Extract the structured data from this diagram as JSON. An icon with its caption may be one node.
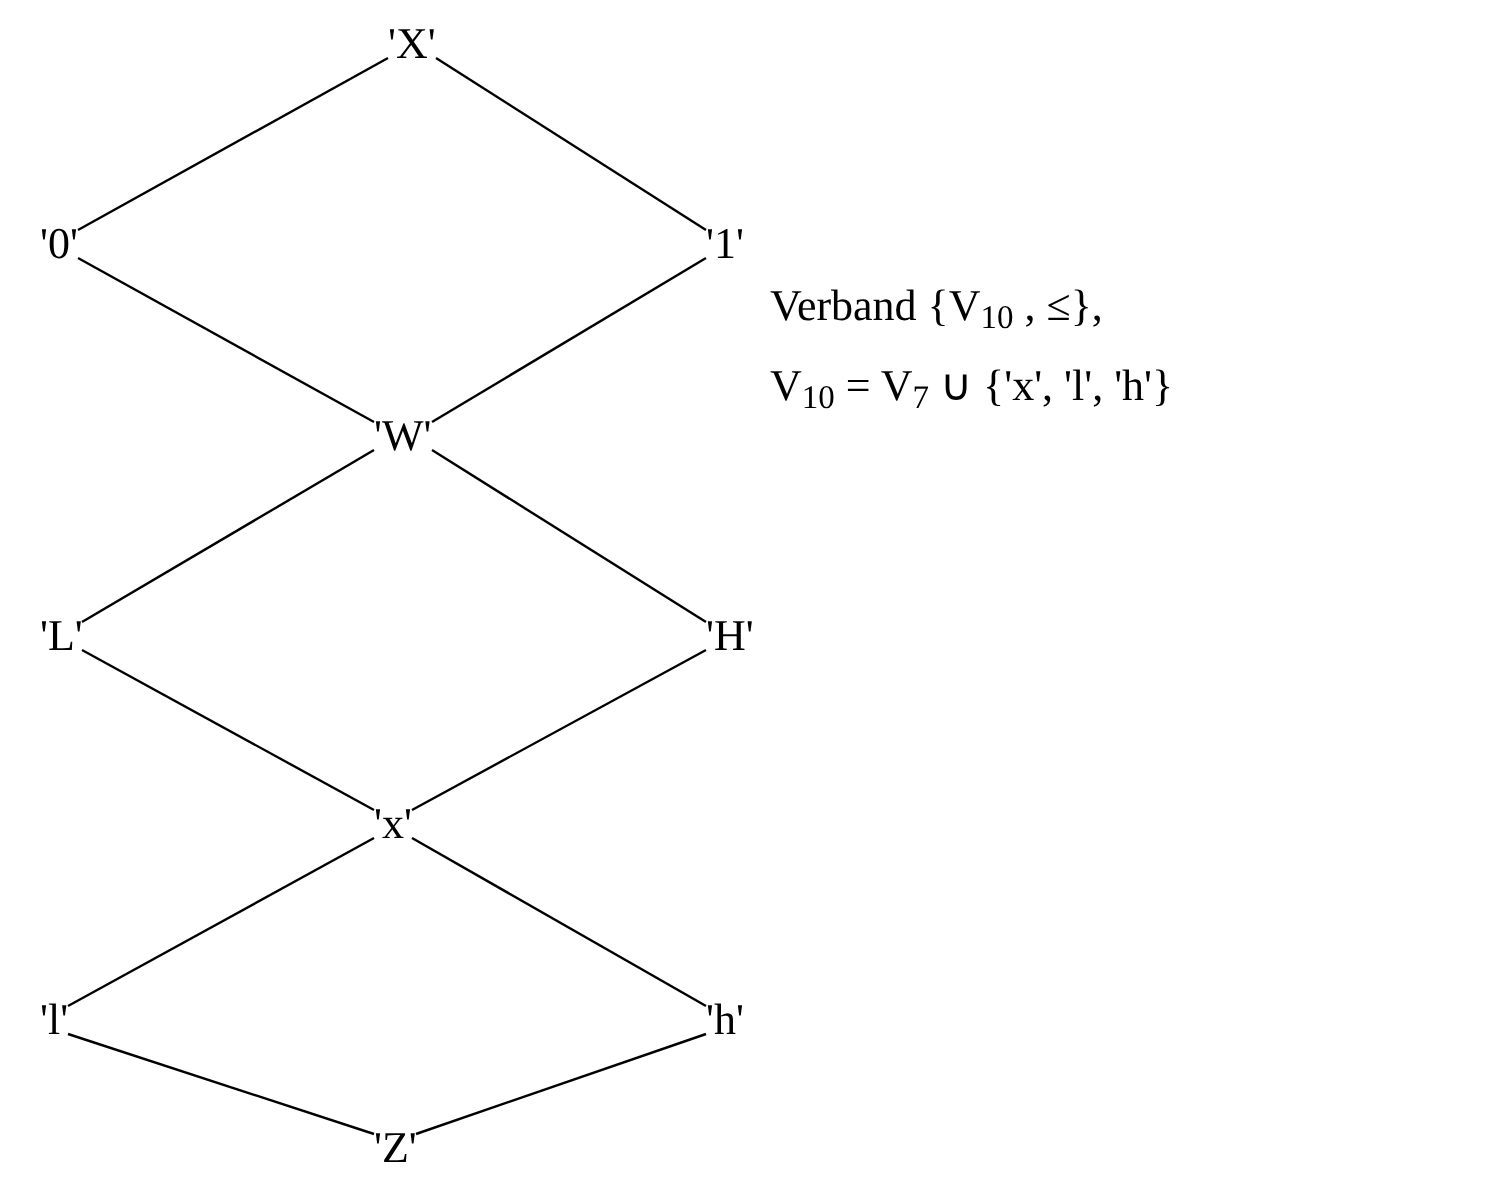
{
  "diagram": {
    "nodes": [
      {
        "text": [
          "'X'"
        ]
      },
      {
        "text": [
          "'0'"
        ]
      },
      {
        "text": [
          "'1'"
        ]
      },
      {
        "text": [
          "'W'"
        ]
      },
      {
        "text": [
          "'L'"
        ]
      },
      {
        "text": [
          "'H'"
        ]
      },
      {
        "text": [
          "'x'"
        ]
      },
      {
        "text": [
          "'l'"
        ]
      },
      {
        "text": [
          "'h'"
        ]
      },
      {
        "text": [
          "'Z'"
        ]
      }
    ],
    "edges": [
      {
        "from": 0,
        "to": 1,
        "arrow": "none"
      },
      {
        "from": 0,
        "to": 2,
        "arrow": "none"
      },
      {
        "from": 1,
        "to": 3,
        "arrow": "none"
      },
      {
        "from": 2,
        "to": 3,
        "arrow": "none"
      },
      {
        "from": 3,
        "to": 4,
        "arrow": "none"
      },
      {
        "from": 3,
        "to": 5,
        "arrow": "none"
      },
      {
        "from": 4,
        "to": 6,
        "arrow": "none"
      },
      {
        "from": 5,
        "to": 6,
        "arrow": "none"
      },
      {
        "from": 6,
        "to": 7,
        "arrow": "none"
      },
      {
        "from": 6,
        "to": 8,
        "arrow": "none"
      },
      {
        "from": 7,
        "to": 9,
        "arrow": "none"
      },
      {
        "from": 8,
        "to": 9,
        "arrow": "none"
      }
    ],
    "labels": [
      "Verband {V$_{10}$ ,  ≤},",
      "V$_{10}$ = V$_{7}$ ∪ {'x', 'l', 'h'}"
    ]
  }
}
